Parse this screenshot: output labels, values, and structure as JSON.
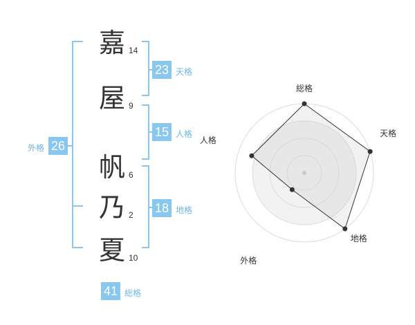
{
  "name": {
    "characters": [
      {
        "char": "嘉",
        "strokes": "14"
      },
      {
        "char": "屋",
        "strokes": "9"
      },
      {
        "char": "帆",
        "strokes": "6"
      },
      {
        "char": "乃",
        "strokes": "2"
      },
      {
        "char": "夏",
        "strokes": "10"
      }
    ]
  },
  "fortune": {
    "tenkaku": {
      "value": "23",
      "label": "天格"
    },
    "jinkaku": {
      "value": "15",
      "label": "人格"
    },
    "chikaku": {
      "value": "18",
      "label": "地格"
    },
    "gaikaku": {
      "value": "26",
      "label": "外格"
    },
    "soukaku": {
      "value": "41",
      "label": "総格"
    }
  },
  "colors": {
    "accent": "#88c8f0",
    "accent_text": "#6cb6e8",
    "bracket": "#88c8f0",
    "text": "#333333"
  },
  "chart_data": {
    "type": "radar",
    "axes": [
      "総格",
      "天格",
      "地格",
      "外格",
      "人格"
    ],
    "values": [
      1.0,
      1.0,
      1.0,
      0.3,
      0.8
    ],
    "rings": 4
  }
}
